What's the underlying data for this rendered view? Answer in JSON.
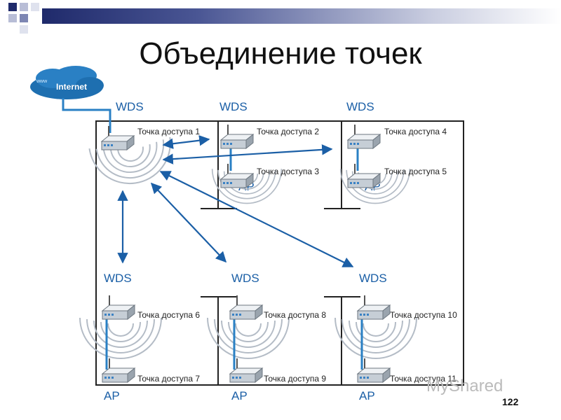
{
  "title": "Объединение точек",
  "internet_label": "Internet",
  "internet_www": "www",
  "wds_label": "WDS",
  "ap_label": "AP",
  "access_points": [
    "Точка доступа 1",
    "Точка доступа 2",
    "Точка доступа 3",
    "Точка доступа 4",
    "Точка доступа 5",
    "Точка доступа 6",
    "Точка доступа 7",
    "Точка доступа 8",
    "Точка доступа 9",
    "Точка доступа 10",
    "Точка доступа 11"
  ],
  "watermark": "MyShared",
  "page_number": "122",
  "colors": {
    "accent": "#1b5fa6",
    "frame": "#222222",
    "cloud": "#1e6fb0"
  }
}
